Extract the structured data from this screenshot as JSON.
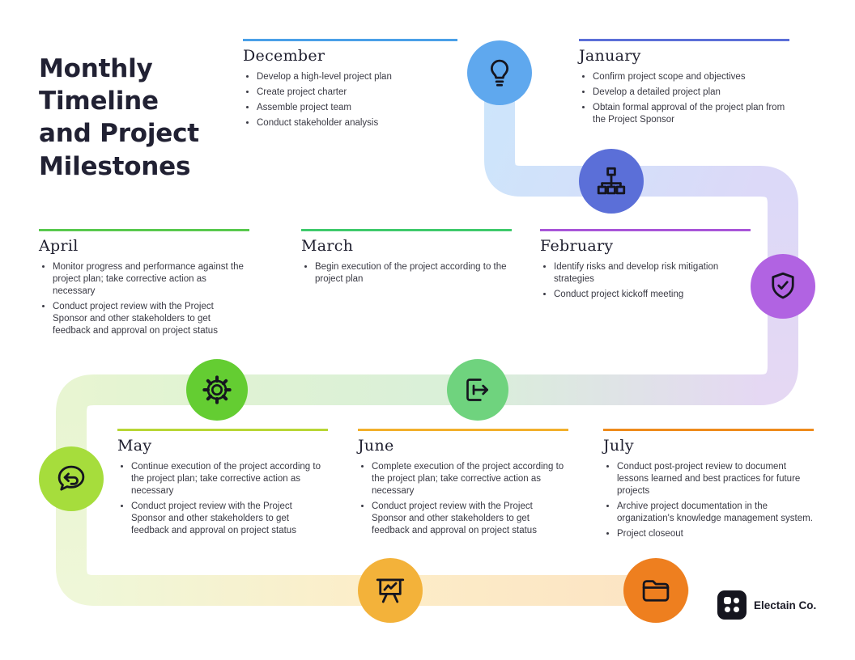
{
  "title": "Monthly Timeline and Project Milestones",
  "brand": {
    "name": "Electain Co."
  },
  "months": [
    {
      "name": "December",
      "accent": "#4aa0e8",
      "items": [
        "Develop a high-level project plan",
        "Create project charter",
        "Assemble project team",
        "Conduct stakeholder analysis"
      ]
    },
    {
      "name": "January",
      "accent": "#5b6fd8",
      "items": [
        "Confirm project scope and objectives",
        "Develop a detailed project plan",
        "Obtain formal approval of the project plan from the Project Sponsor"
      ]
    },
    {
      "name": "February",
      "accent": "#a855d8",
      "items": [
        "Identify risks and develop risk mitigation strategies",
        "Conduct project kickoff meeting"
      ]
    },
    {
      "name": "March",
      "accent": "#3fca6c",
      "items": [
        "Begin execution of the project according to the project plan"
      ]
    },
    {
      "name": "April",
      "accent": "#59c94e",
      "items": [
        "Monitor progress and performance against the project plan; take corrective action as necessary",
        "Conduct project review with the Project Sponsor and other stakeholders to get feedback and approval on project status"
      ]
    },
    {
      "name": "May",
      "accent": "#b8d635",
      "items": [
        "Continue execution of the project according to the project plan; take corrective action as necessary",
        "Conduct project review with the Project Sponsor and other stakeholders to get feedback and approval on project status"
      ]
    },
    {
      "name": "June",
      "accent": "#f2b02c",
      "items": [
        "Complete execution of the project according to the project plan; take corrective action as necessary",
        "Conduct project review with the Project Sponsor and other stakeholders to get feedback and approval on project status"
      ]
    },
    {
      "name": "July",
      "accent": "#ee8b1c",
      "items": [
        "Conduct post-project review to document lessons learned and best practices for future projects",
        "Archive project documentation in the organization's knowledge management system.",
        "Project closeout"
      ]
    }
  ],
  "milestones": [
    {
      "icon": "lightbulb-icon",
      "color": "#5fa8ee"
    },
    {
      "icon": "org-chart-icon",
      "color": "#5b6fd8"
    },
    {
      "icon": "shield-check-icon",
      "color": "#b163e2"
    },
    {
      "icon": "gear-icon",
      "color": "#64cd32"
    },
    {
      "icon": "workflow-icon",
      "color": "#6fd37e"
    },
    {
      "icon": "chat-reply-icon",
      "color": "#a6dd3c"
    },
    {
      "icon": "presentation-chart-icon",
      "color": "#f3b23a"
    },
    {
      "icon": "folder-icon",
      "color": "#ee7f1f"
    }
  ]
}
